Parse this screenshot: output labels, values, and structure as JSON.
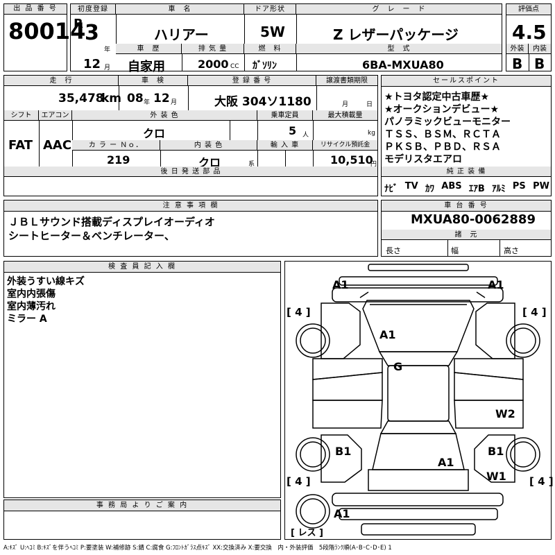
{
  "header": {
    "lot_label": "出 品 番 号",
    "lot": "80014",
    "first_reg_label": "初度登録",
    "era": "R",
    "year": "3",
    "year_unit": "年",
    "month": "12",
    "month_unit": "月",
    "car_name_label": "車　名",
    "car_name": "ハリアー",
    "door_label": "ドア形状",
    "door": "5W",
    "grade_label": "グ　レ　ー　ド",
    "grade": "Z レザーパッケージ",
    "score_label": "評価点",
    "score": "4.5",
    "history_label": "車　歴",
    "history": "自家用",
    "displacement_label": "排 気 量",
    "displacement": "2000",
    "displacement_unit": "CC",
    "fuel_label": "燃　料",
    "fuel": "ｶﾞｿﾘﾝ",
    "model_label": "型　式",
    "model": "6BA-MXUA80",
    "exterior_label": "外装",
    "exterior": "B",
    "interior_label": "内装",
    "interior": "B"
  },
  "row2": {
    "mileage_label": "走　行",
    "mileage": "35,478",
    "mileage_unit": "km",
    "inspection_label": "車　検",
    "insp_year": "08",
    "insp_year_unit": "年",
    "insp_month": "12",
    "insp_month_unit": "月",
    "plate_label": "登 録 番 号",
    "plate": "大阪 304ソ1180",
    "transfer_label": "譲渡書類期限",
    "transfer_month_unit": "月",
    "transfer_day_unit": "日",
    "selling_label": "セールスポイント",
    "selling_points": [
      "★トヨタ認定中古車歴★",
      "★オークションデビュー★",
      "パノラミックビューモニター",
      "ＴＳＳ、ＢＳＭ、ＲＣＴＡ",
      "ＰＫＳＢ、ＰＢＤ、ＲＳＡ",
      "モデリスタエアロ"
    ]
  },
  "row3": {
    "shift_label": "シフト",
    "shift": "FAT",
    "ac_label": "エアコン",
    "ac": "AAC",
    "color_label": "外 装 色",
    "color": "クロ",
    "capacity_label": "乗車定員",
    "capacity": "5",
    "capacity_unit": "人",
    "max_load_label": "最大積載量",
    "max_load_unit": "kg",
    "color_no_label": "カ ラ ー Ｎｏ．",
    "color_no": "219",
    "int_color_label": "内 装 色",
    "int_color": "クロ",
    "int_color_unit": "系",
    "import_label": "輸 入 車",
    "recycle_label": "リサイクル預託金",
    "recycle": "10,510",
    "recycle_unit": "円",
    "later_label": "後 日 発 送 部 品",
    "equip_label": "純 正 装 備",
    "equipment": [
      "ﾅﾋﾞ",
      "TV",
      "ｶﾜ",
      "ABS",
      "ｴｱB",
      "ｱﾙﾐ",
      "PS",
      "PW"
    ]
  },
  "notes": {
    "label": "注 意 事 項 欄",
    "lines": [
      "ＪＢＬサウンド搭載ディスプレイオーディオ",
      "シートヒーター＆ベンチレーター、"
    ]
  },
  "chassis": {
    "label": "車 台 番 号",
    "number": "MXUA80-0062889",
    "dims_label": "諸　元",
    "length_label": "長さ",
    "width_label": "幅",
    "height_label": "高さ"
  },
  "inspector": {
    "label": "検 査 員 記 入 欄",
    "lines": [
      "外装うすい線キズ",
      "室内内張傷",
      "室内薄汚れ",
      "ミラー A"
    ]
  },
  "office": {
    "label": "事 務 局 よ り ご 案 内"
  },
  "diagram": {
    "marks": {
      "front_left": "A1",
      "front_right": "A1",
      "hood": "A1",
      "roof": "G",
      "right_rear_door": "W2",
      "left_rear": "B1",
      "right_rear": "B1",
      "trunk": "A1",
      "right_quarter": "W1",
      "rear_bumper": "A1"
    },
    "tires": {
      "fl": "4",
      "fr": "4",
      "rl": "4",
      "rr": "4",
      "spare": "レス"
    }
  },
  "footer": {
    "legend": "A:ｷｽﾞ U:ﾍｺﾐ B:ｷｽﾞを伴うﾍｺﾐ P:要塗装 W:補修跡 S:錆 C:腐食 G:ﾌﾛﾝﾄｶﾞﾗｽ点ｷｽﾞ XX:交換済み X:要交換　内・外装評価　5段階ﾗﾝｸ順(A･B･C･D･E) 1"
  }
}
